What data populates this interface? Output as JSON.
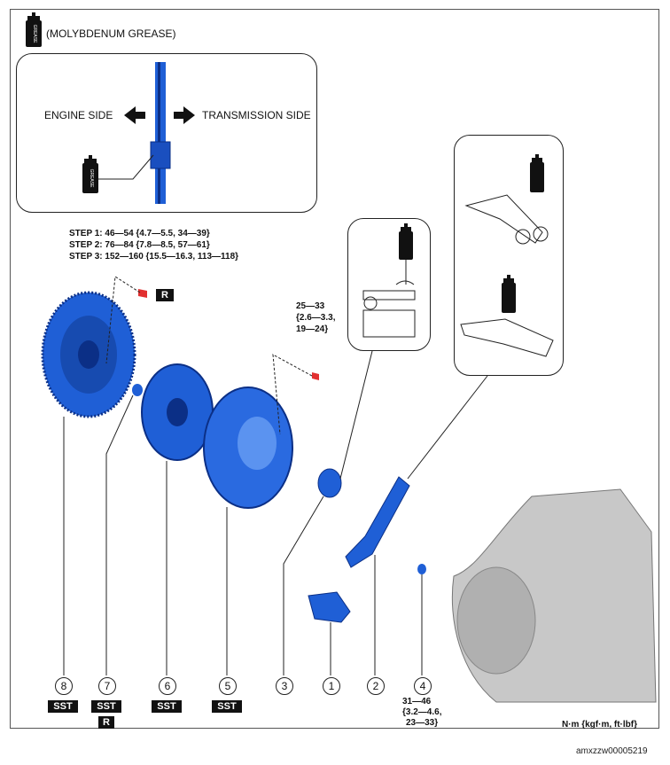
{
  "legend": {
    "grease_text": "(MOLYBDENUM GREASE)",
    "can_label": "GREASE"
  },
  "top_panel": {
    "engine_side": "ENGINE SIDE",
    "transmission_side": "TRANSMISSION SIDE"
  },
  "torque": {
    "step1": "STEP 1: 46—54 {4.7—5.5, 34—39}",
    "step2": "STEP 2: 76—84 {7.8—8.5, 57—61}",
    "step3": "STEP 3: 152—160 {15.5—16.3, 113—118}",
    "cover_bolt_l1": "25—33",
    "cover_bolt_l2": "{2.6—3.3,",
    "cover_bolt_l3": "19—24}",
    "pivot_l1": "31—46",
    "pivot_l2": "{3.2—4.6,",
    "pivot_l3": "23—33}",
    "units": "N·m {kgf·m, ft·lbf}"
  },
  "badges": {
    "sst": "SST",
    "replace": "R"
  },
  "callouts": [
    "8",
    "7",
    "6",
    "5",
    "3",
    "1",
    "2",
    "4"
  ],
  "image_id": "amxzzw00005219",
  "colors": {
    "part_blue": "#1f5fd6",
    "part_dark": "#0b2f86",
    "bolt_red": "#e23030",
    "housing": "#c8c8c8"
  }
}
